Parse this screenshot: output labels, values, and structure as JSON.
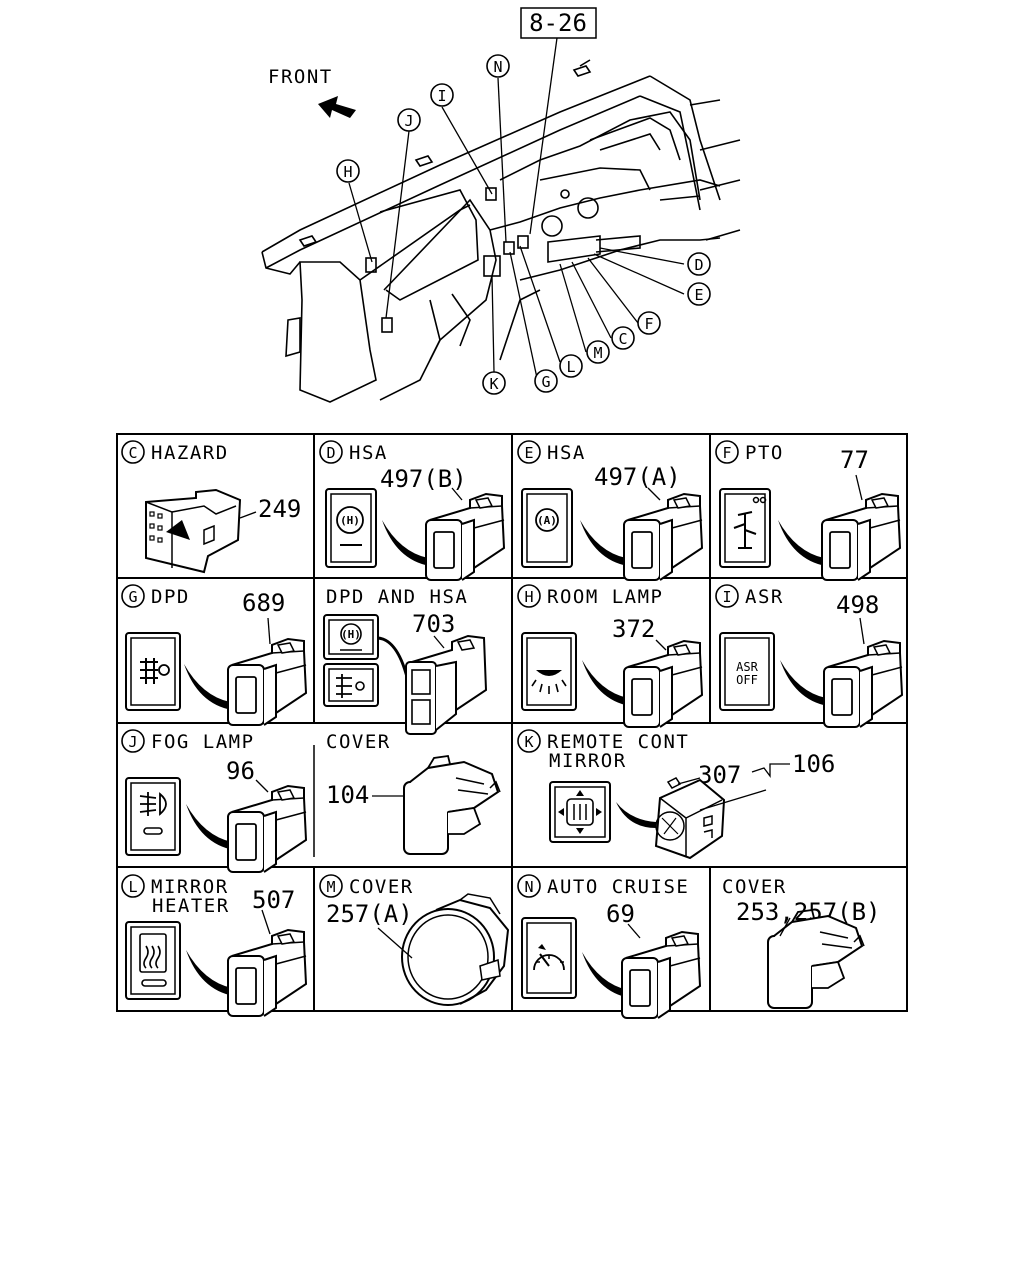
{
  "page_ref": "8-26",
  "front_label": "FRONT",
  "overview_callouts": [
    {
      "letter": "N"
    },
    {
      "letter": "I"
    },
    {
      "letter": "J"
    },
    {
      "letter": "H"
    },
    {
      "letter": "D"
    },
    {
      "letter": "E"
    },
    {
      "letter": "F"
    },
    {
      "letter": "C"
    },
    {
      "letter": "M"
    },
    {
      "letter": "L"
    },
    {
      "letter": "G"
    },
    {
      "letter": "K"
    }
  ],
  "cells": [
    {
      "id": "c",
      "letter": "C",
      "title": "HAZARD",
      "part": "249"
    },
    {
      "id": "d",
      "letter": "D",
      "title": "HSA",
      "part": "497(B)"
    },
    {
      "id": "e",
      "letter": "E",
      "title": "HSA",
      "part": "497(A)"
    },
    {
      "id": "f",
      "letter": "F",
      "title": "PTO",
      "part": "77"
    },
    {
      "id": "g",
      "letter": "G",
      "title": "DPD",
      "part": "689"
    },
    {
      "id": "dh",
      "letter": "",
      "title": "DPD AND HSA",
      "part": "703"
    },
    {
      "id": "h",
      "letter": "H",
      "title": "ROOM LAMP",
      "part": "372"
    },
    {
      "id": "i",
      "letter": "I",
      "title": "ASR",
      "part": "498",
      "panel_text": [
        "ASR",
        "OFF"
      ]
    },
    {
      "id": "j",
      "letter": "J",
      "title": "FOG LAMP",
      "part": "96"
    },
    {
      "id": "cv1",
      "letter": "",
      "title": "COVER",
      "part": "104"
    },
    {
      "id": "k",
      "letter": "K",
      "title": "REMOTE CONT",
      "title2": "MIRROR",
      "part": "307",
      "part2": "106"
    },
    {
      "id": "l",
      "letter": "L",
      "title": "MIRROR",
      "title2": "HEATER",
      "part": "507"
    },
    {
      "id": "m",
      "letter": "M",
      "title": "COVER",
      "part": "257(A)"
    },
    {
      "id": "n",
      "letter": "N",
      "title": "AUTO CRUISE",
      "part": "69"
    },
    {
      "id": "cv2",
      "letter": "",
      "title": "COVER",
      "part": "253,257(B)"
    }
  ]
}
